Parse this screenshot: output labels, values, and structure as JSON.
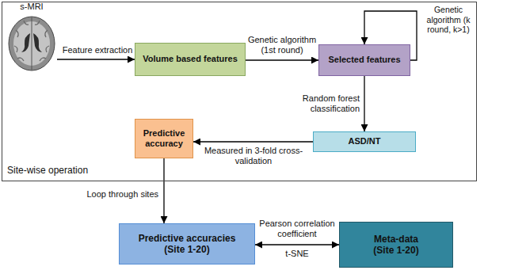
{
  "diagram": {
    "nodes": [
      {
        "text": [
          "Site-wise operation"
        ]
      },
      {
        "text": [
          "s-MRI"
        ],
        "in": 0
      },
      {
        "text": [
          "Volume based features"
        ],
        "in": 0
      },
      {
        "text": [
          "Selected features"
        ],
        "in": 0
      },
      {
        "text": [
          "Predictive accuracy"
        ],
        "in": 0
      },
      {
        "text": [
          "ASD/NT"
        ],
        "in": 0
      },
      {
        "text": [
          "Predictive accuracies (Site 1-20)"
        ]
      },
      {
        "text": [
          "Meta-data (Site 1-20)"
        ]
      }
    ],
    "edges": [
      {
        "from": 1,
        "to": 2,
        "arrow": "to",
        "label": "Feature extraction"
      },
      {
        "from": 2,
        "to": 3,
        "arrow": "to",
        "label": "Genetic algorithm (1st round)"
      },
      {
        "from": 3,
        "to": 3,
        "arrow": "to",
        "label": "Genetic algorithm (k round, k>1)"
      },
      {
        "from": 3,
        "to": 5,
        "arrow": "to",
        "label": "Random forest classification"
      },
      {
        "from": 5,
        "to": 4,
        "arrow": "to",
        "label": "Measured in 3-fold cross-validation"
      },
      {
        "from": 4,
        "to": 6,
        "arrow": "to",
        "label": "Loop through sites"
      },
      {
        "from": 6,
        "to": 7,
        "arrow": "both",
        "label": "Pearson correlation coefficient"
      }
    ],
    "labels": [
      "t-SNE"
    ]
  }
}
